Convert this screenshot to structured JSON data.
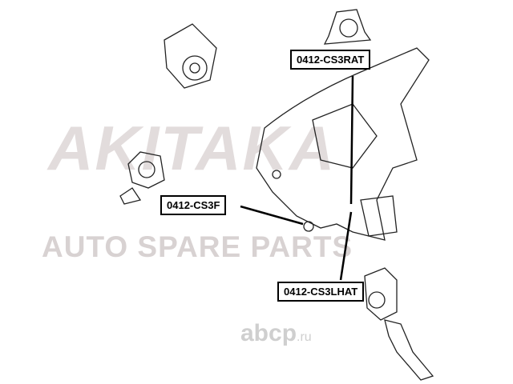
{
  "watermark": {
    "brand": "AKITAKA",
    "tagline": "AUTO SPARE PARTS",
    "site": "abcp",
    "site_tld": ".ru"
  },
  "labels": [
    "0412-CS3RAT",
    "0412-CS3F",
    "0412-CS3LHAT"
  ]
}
